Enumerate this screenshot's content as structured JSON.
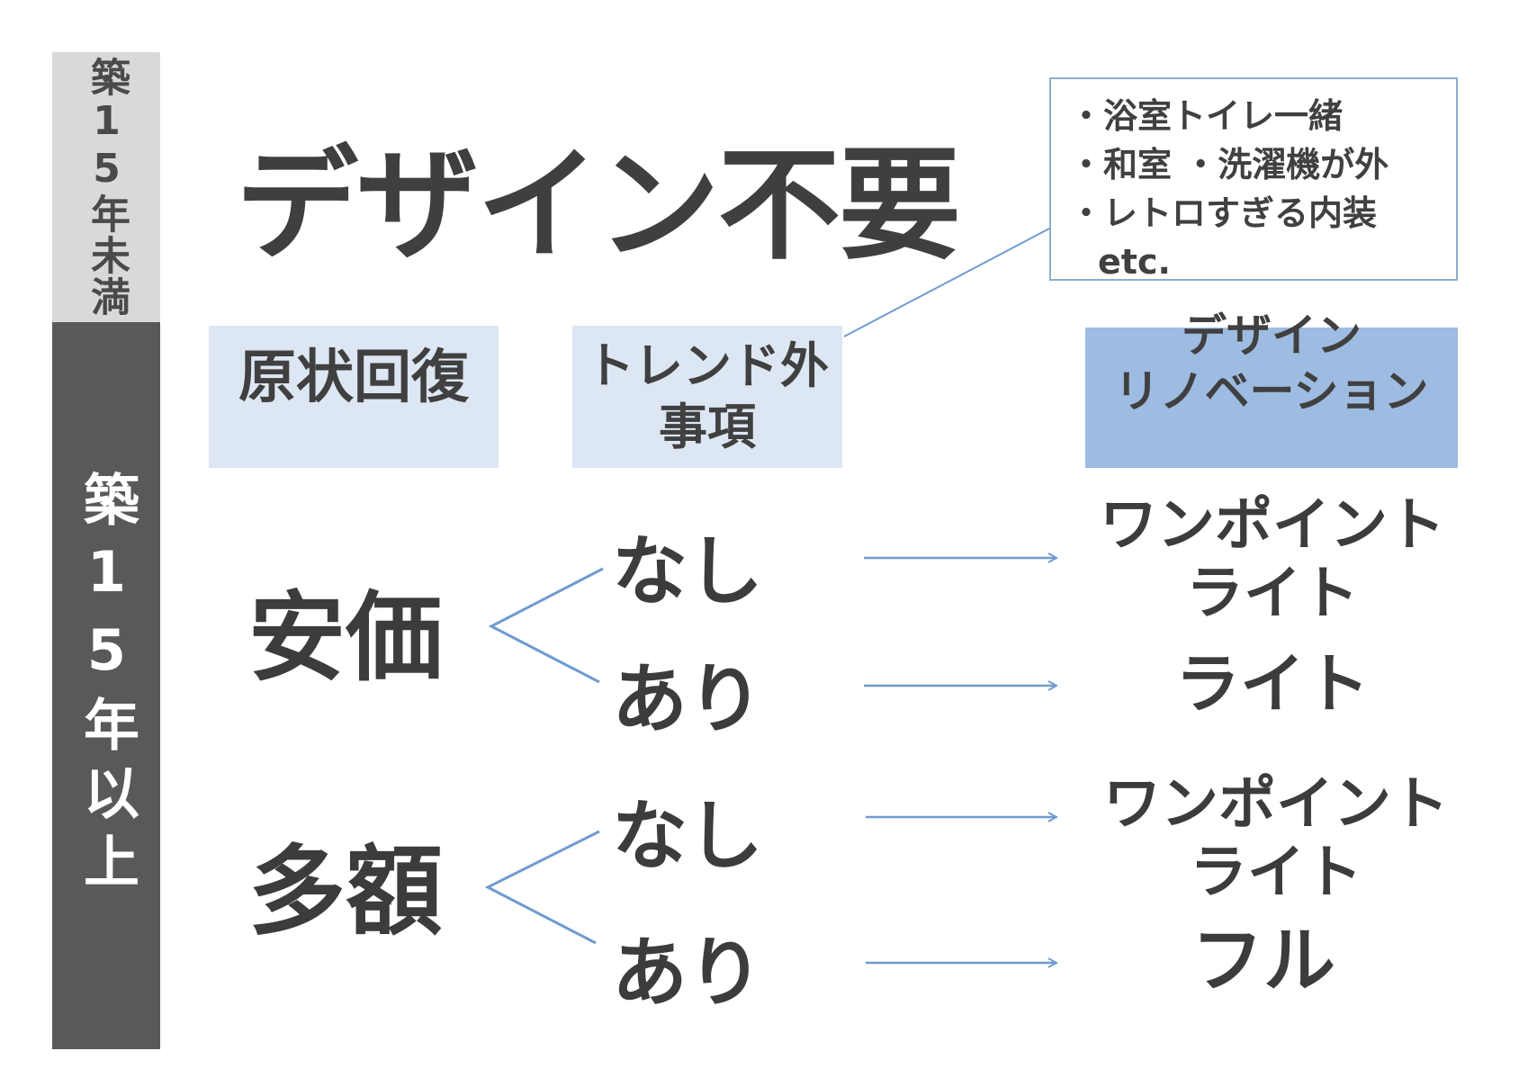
{
  "left_bar": {
    "top_label": "築15年未満",
    "bottom_label": "築15年以上"
  },
  "title": "デザイン不要",
  "note": {
    "lines": [
      "・浴室トイレ一緒",
      "・和室 ・洗濯機が外",
      "・レトロすぎる内装",
      "etc."
    ]
  },
  "headers": {
    "restore": "原状回復",
    "trend": [
      "トレンド外",
      "事項"
    ],
    "design": [
      "デザイン",
      "リノベーション"
    ]
  },
  "rows": {
    "cheap": "安価",
    "expensive": "多額",
    "none": "なし",
    "yes": "あり"
  },
  "results": {
    "cheap_none": [
      "ワンポイント",
      "ライト"
    ],
    "cheap_yes": "ライト",
    "expensive_none": [
      "ワンポイント",
      "ライト"
    ],
    "expensive_yes": "フル"
  },
  "colors": {
    "connector": "#6f9bd0",
    "header_light": "#dde6f3",
    "header_accent": "#9ebbe1",
    "bar_light": "#d9d9d9",
    "bar_dark": "#595959"
  }
}
